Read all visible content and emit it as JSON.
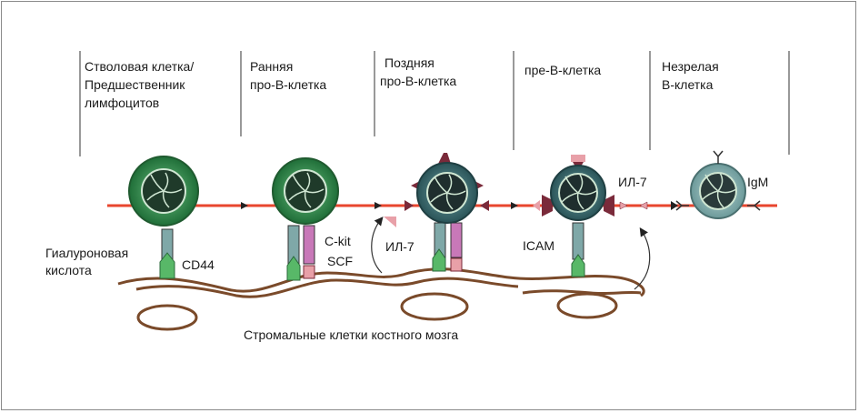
{
  "stages": [
    {
      "lines": [
        "Стволовая клетка/",
        "Предшественник",
        "лимфоцитов"
      ]
    },
    {
      "lines": [
        "Ранняя",
        "про-В-клетка"
      ]
    },
    {
      "lines": [
        "Поздняя",
        "про-В-клетка"
      ]
    },
    {
      "lines": [
        "пре-В-клетка"
      ]
    },
    {
      "lines": [
        "Незрелая",
        "В-клетка"
      ]
    }
  ],
  "labels": {
    "hyaluronic": [
      "Гиалуроновая",
      "кислота"
    ],
    "cd44": "CD44",
    "ckit": "C-kit",
    "scf": "SCF",
    "il7_a": "ИЛ-7",
    "il7_b": "ИЛ-7",
    "icam": "ICAM",
    "igm": "IgM",
    "stroma": "Стромальные клетки костного мозга"
  },
  "colors": {
    "arrow_line": "#e8462e",
    "stroma": "#7a4a2a",
    "cell_green": "#2f8a4a",
    "cell_teal": "#3e6e74",
    "cell_light": "#7fa8a8",
    "receptor_green": "#58b868",
    "receptor_pink": "#c878b8",
    "receptor_maroon": "#7a2a3a",
    "signal_pink": "#e8a0a8"
  }
}
